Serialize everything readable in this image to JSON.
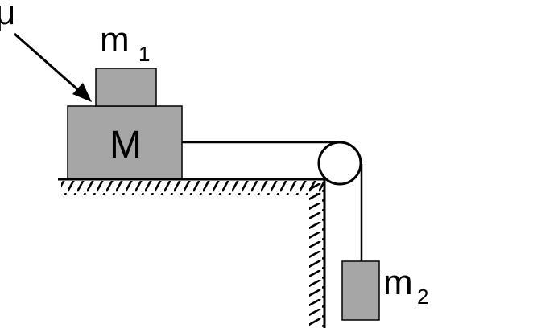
{
  "labels": {
    "mu": "μ",
    "m1_base": "m",
    "m1_sub": "1",
    "M": "M",
    "m2_base": "m",
    "m2_sub": "2"
  },
  "colors": {
    "block_fill": "#a6a6a6",
    "line": "#000000",
    "background": "#ffffff"
  }
}
